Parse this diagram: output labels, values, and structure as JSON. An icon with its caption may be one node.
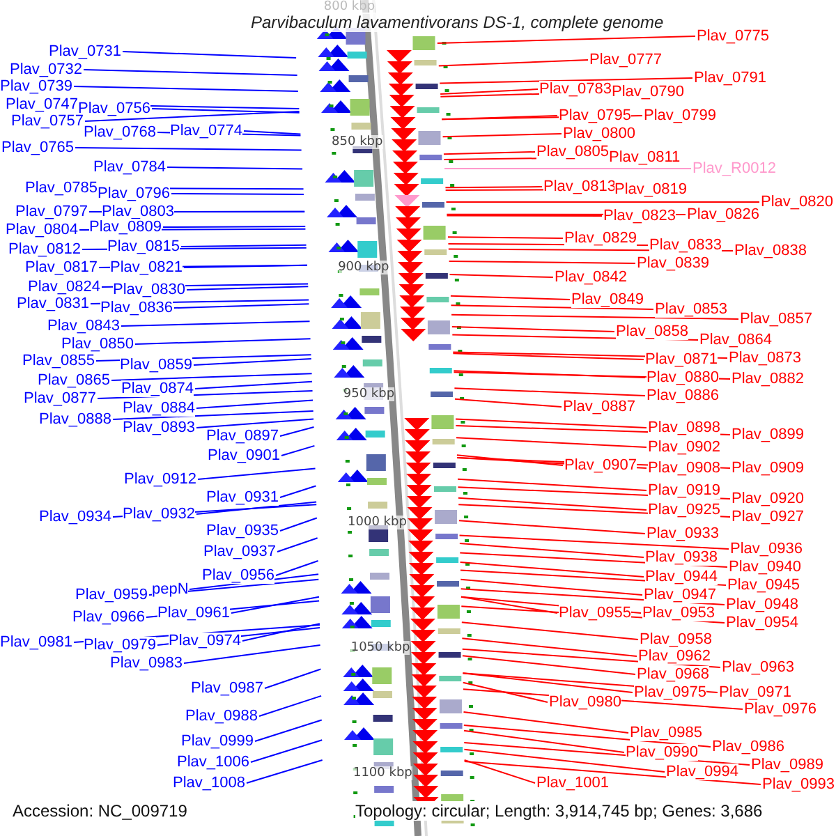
{
  "diagram": {
    "title": "Parvibaculum lavamentivorans DS-1, complete genome",
    "nodes": [
      {
        "text": [
          "Plav_0731"
        ]
      },
      {
        "text": [
          "Plav_0732"
        ]
      },
      {
        "text": [
          "Plav_0739"
        ]
      },
      {
        "text": [
          "Plav_0747"
        ]
      },
      {
        "text": [
          "Plav_0756"
        ]
      },
      {
        "text": [
          "Plav_0757"
        ]
      },
      {
        "text": [
          "Plav_0768"
        ]
      },
      {
        "text": [
          "Plav_0765"
        ]
      },
      {
        "text": [
          "Plav_0774"
        ]
      },
      {
        "text": [
          "Plav_0784"
        ]
      },
      {
        "text": [
          "Plav_0785"
        ]
      },
      {
        "text": [
          "Plav_0796"
        ]
      },
      {
        "text": [
          "Plav_0797"
        ]
      },
      {
        "text": [
          "Plav_0803"
        ]
      },
      {
        "text": [
          "Plav_0804"
        ]
      },
      {
        "text": [
          "Plav_0809"
        ]
      },
      {
        "text": [
          "Plav_0812"
        ]
      },
      {
        "text": [
          "Plav_0815"
        ]
      },
      {
        "text": [
          "Plav_0817"
        ]
      },
      {
        "text": [
          "Plav_0821"
        ]
      },
      {
        "text": [
          "Plav_0824"
        ]
      },
      {
        "text": [
          "Plav_0830"
        ]
      },
      {
        "text": [
          "Plav_0831"
        ]
      },
      {
        "text": [
          "Plav_0836"
        ]
      },
      {
        "text": [
          "Plav_0843"
        ]
      },
      {
        "text": [
          "Plav_0850"
        ]
      },
      {
        "text": [
          "Plav_0855"
        ]
      },
      {
        "text": [
          "Plav_0859"
        ]
      },
      {
        "text": [
          "Plav_0865"
        ]
      },
      {
        "text": [
          "Plav_0874"
        ]
      },
      {
        "text": [
          "Plav_0877"
        ]
      },
      {
        "text": [
          "Plav_0884"
        ]
      },
      {
        "text": [
          "Plav_0888"
        ]
      },
      {
        "text": [
          "Plav_0893"
        ]
      },
      {
        "text": [
          "Plav_0897"
        ]
      },
      {
        "text": [
          "Plav_0901"
        ]
      },
      {
        "text": [
          "Plav_0912"
        ]
      },
      {
        "text": [
          "Plav_0931"
        ]
      },
      {
        "text": [
          "Plav_0934"
        ]
      },
      {
        "text": [
          "Plav_0932"
        ]
      },
      {
        "text": [
          "Plav_0935"
        ]
      },
      {
        "text": [
          "Plav_0937"
        ]
      },
      {
        "text": [
          "Plav_0956"
        ]
      },
      {
        "text": [
          "Plav_0959"
        ]
      },
      {
        "text": [
          "pepN"
        ]
      },
      {
        "text": [
          "Plav_0961"
        ]
      },
      {
        "text": [
          "Plav_0966"
        ]
      },
      {
        "text": [
          "Plav_0974"
        ]
      },
      {
        "text": [
          "Plav_0981"
        ]
      },
      {
        "text": [
          "Plav_0979"
        ]
      },
      {
        "text": [
          "Plav_0983"
        ]
      },
      {
        "text": [
          "Plav_0987"
        ]
      },
      {
        "text": [
          "Plav_0988"
        ]
      },
      {
        "text": [
          "Plav_0999"
        ]
      },
      {
        "text": [
          "Plav_1006"
        ]
      },
      {
        "text": [
          "Plav_1008"
        ]
      },
      {
        "text": [
          "Plav_0775"
        ]
      },
      {
        "text": [
          "Plav_0777"
        ]
      },
      {
        "text": [
          "Plav_0791"
        ]
      },
      {
        "text": [
          "Plav_0783"
        ]
      },
      {
        "text": [
          "Plav_0790"
        ]
      },
      {
        "text": [
          "Plav_0795"
        ]
      },
      {
        "text": [
          "Plav_0799"
        ]
      },
      {
        "text": [
          "Plav_0800"
        ]
      },
      {
        "text": [
          "Plav_0805"
        ]
      },
      {
        "text": [
          "Plav_0811"
        ]
      },
      {
        "text": [
          "Plav_R0012"
        ]
      },
      {
        "text": [
          "Plav_0813"
        ]
      },
      {
        "text": [
          "Plav_0819"
        ]
      },
      {
        "text": [
          "Plav_0820"
        ]
      },
      {
        "text": [
          "Plav_0823"
        ]
      },
      {
        "text": [
          "Plav_0826"
        ]
      },
      {
        "text": [
          "Plav_0829"
        ]
      },
      {
        "text": [
          "Plav_0833"
        ]
      },
      {
        "text": [
          "Plav_0838"
        ]
      },
      {
        "text": [
          "Plav_0839"
        ]
      },
      {
        "text": [
          "Plav_0842"
        ]
      },
      {
        "text": [
          "Plav_0849"
        ]
      },
      {
        "text": [
          "Plav_0853"
        ]
      },
      {
        "text": [
          "Plav_0857"
        ]
      },
      {
        "text": [
          "Plav_0858"
        ]
      },
      {
        "text": [
          "Plav_0864"
        ]
      },
      {
        "text": [
          "Plav_0871"
        ]
      },
      {
        "text": [
          "Plav_0873"
        ]
      },
      {
        "text": [
          "Plav_0880"
        ]
      },
      {
        "text": [
          "Plav_0882"
        ]
      },
      {
        "text": [
          "Plav_0886"
        ]
      },
      {
        "text": [
          "Plav_0887"
        ]
      },
      {
        "text": [
          "Plav_0898"
        ]
      },
      {
        "text": [
          "Plav_0899"
        ]
      },
      {
        "text": [
          "Plav_0902"
        ]
      },
      {
        "text": [
          "Plav_0907"
        ]
      },
      {
        "text": [
          "Plav_0908"
        ]
      },
      {
        "text": [
          "Plav_0909"
        ]
      },
      {
        "text": [
          "Plav_0919"
        ]
      },
      {
        "text": [
          "Plav_0920"
        ]
      },
      {
        "text": [
          "Plav_0925"
        ]
      },
      {
        "text": [
          "Plav_0927"
        ]
      },
      {
        "text": [
          "Plav_0933"
        ]
      },
      {
        "text": [
          "Plav_0936"
        ]
      },
      {
        "text": [
          "Plav_0938"
        ]
      },
      {
        "text": [
          "Plav_0940"
        ]
      },
      {
        "text": [
          "Plav_0944"
        ]
      },
      {
        "text": [
          "Plav_0945"
        ]
      },
      {
        "text": [
          "Plav_0947"
        ]
      },
      {
        "text": [
          "Plav_0948"
        ]
      },
      {
        "text": [
          "Plav_0955"
        ]
      },
      {
        "text": [
          "Plav_0953"
        ]
      },
      {
        "text": [
          "Plav_0954"
        ]
      },
      {
        "text": [
          "Plav_0958"
        ]
      },
      {
        "text": [
          "Plav_0962"
        ]
      },
      {
        "text": [
          "Plav_0963"
        ]
      },
      {
        "text": [
          "Plav_0968"
        ]
      },
      {
        "text": [
          "Plav_0975"
        ]
      },
      {
        "text": [
          "Plav_0971"
        ]
      },
      {
        "text": [
          "Plav_0980"
        ]
      },
      {
        "text": [
          "Plav_0976"
        ]
      },
      {
        "text": [
          "Plav_0985"
        ]
      },
      {
        "text": [
          "Plav_0986"
        ]
      },
      {
        "text": [
          "Plav_0990"
        ]
      },
      {
        "text": [
          "Plav_0989"
        ]
      },
      {
        "text": [
          "Plav_0994"
        ]
      },
      {
        "text": [
          "Plav_0993"
        ]
      },
      {
        "text": [
          "Plav_1001"
        ]
      }
    ],
    "edges": [
      {
        "from": 0,
        "to": null,
        "arrow": "none",
        "color": "#0000ff"
      },
      {
        "from": 1,
        "to": null,
        "arrow": "none",
        "color": "#0000ff"
      },
      {
        "from": 2,
        "to": null,
        "arrow": "none",
        "color": "#0000ff"
      },
      {
        "from": 3,
        "to": null,
        "arrow": "none",
        "color": "#0000ff"
      },
      {
        "from": 4,
        "to": null,
        "arrow": "none",
        "color": "#0000ff"
      },
      {
        "from": 5,
        "to": null,
        "arrow": "none",
        "color": "#0000ff"
      },
      {
        "from": 6,
        "to": null,
        "arrow": "none",
        "color": "#0000ff"
      },
      {
        "from": 7,
        "to": null,
        "arrow": "none",
        "color": "#0000ff"
      },
      {
        "from": 8,
        "to": null,
        "arrow": "none",
        "color": "#0000ff"
      },
      {
        "from": 9,
        "to": null,
        "arrow": "none",
        "color": "#0000ff"
      },
      {
        "from": 10,
        "to": null,
        "arrow": "none",
        "color": "#0000ff"
      },
      {
        "from": 11,
        "to": null,
        "arrow": "none",
        "color": "#0000ff"
      },
      {
        "from": 12,
        "to": null,
        "arrow": "none",
        "color": "#0000ff"
      },
      {
        "from": 13,
        "to": null,
        "arrow": "none",
        "color": "#0000ff"
      },
      {
        "from": 14,
        "to": null,
        "arrow": "none",
        "color": "#0000ff"
      },
      {
        "from": 15,
        "to": null,
        "arrow": "none",
        "color": "#0000ff"
      },
      {
        "from": 16,
        "to": null,
        "arrow": "none",
        "color": "#0000ff"
      },
      {
        "from": 17,
        "to": null,
        "arrow": "none",
        "color": "#0000ff"
      },
      {
        "from": 18,
        "to": null,
        "arrow": "none",
        "color": "#0000ff"
      },
      {
        "from": 19,
        "to": null,
        "arrow": "none",
        "color": "#0000ff"
      },
      {
        "from": 20,
        "to": null,
        "arrow": "none",
        "color": "#0000ff"
      },
      {
        "from": 21,
        "to": null,
        "arrow": "none",
        "color": "#0000ff"
      },
      {
        "from": 22,
        "to": null,
        "arrow": "none",
        "color": "#0000ff"
      },
      {
        "from": 23,
        "to": null,
        "arrow": "none",
        "color": "#0000ff"
      },
      {
        "from": 24,
        "to": null,
        "arrow": "none",
        "color": "#0000ff"
      },
      {
        "from": 25,
        "to": null,
        "arrow": "none",
        "color": "#0000ff"
      },
      {
        "from": 26,
        "to": null,
        "arrow": "none",
        "color": "#0000ff"
      },
      {
        "from": 27,
        "to": null,
        "arrow": "none",
        "color": "#0000ff"
      },
      {
        "from": 28,
        "to": null,
        "arrow": "none",
        "color": "#0000ff"
      },
      {
        "from": 29,
        "to": null,
        "arrow": "none",
        "color": "#0000ff"
      },
      {
        "from": 30,
        "to": null,
        "arrow": "none",
        "color": "#0000ff"
      },
      {
        "from": 31,
        "to": null,
        "arrow": "none",
        "color": "#0000ff"
      },
      {
        "from": 32,
        "to": null,
        "arrow": "none",
        "color": "#0000ff"
      },
      {
        "from": 33,
        "to": null,
        "arrow": "none",
        "color": "#0000ff"
      },
      {
        "from": 34,
        "to": null,
        "arrow": "none",
        "color": "#0000ff"
      },
      {
        "from": 35,
        "to": null,
        "arrow": "none",
        "color": "#0000ff"
      },
      {
        "from": 36,
        "to": null,
        "arrow": "none",
        "color": "#0000ff"
      },
      {
        "from": 37,
        "to": null,
        "arrow": "none",
        "color": "#0000ff"
      },
      {
        "from": 38,
        "to": null,
        "arrow": "none",
        "color": "#0000ff"
      },
      {
        "from": 39,
        "to": null,
        "arrow": "none",
        "color": "#0000ff"
      },
      {
        "from": 40,
        "to": null,
        "arrow": "none",
        "color": "#0000ff"
      },
      {
        "from": 41,
        "to": null,
        "arrow": "none",
        "color": "#0000ff"
      },
      {
        "from": 42,
        "to": null,
        "arrow": "none",
        "color": "#0000ff"
      },
      {
        "from": 43,
        "to": null,
        "arrow": "none",
        "color": "#0000ff"
      },
      {
        "from": 44,
        "to": null,
        "arrow": "none",
        "color": "#0000ff"
      },
      {
        "from": 45,
        "to": null,
        "arrow": "none",
        "color": "#0000ff"
      },
      {
        "from": 46,
        "to": null,
        "arrow": "none",
        "color": "#0000ff"
      },
      {
        "from": 47,
        "to": null,
        "arrow": "none",
        "color": "#0000ff"
      },
      {
        "from": 48,
        "to": null,
        "arrow": "none",
        "color": "#0000ff"
      },
      {
        "from": 49,
        "to": null,
        "arrow": "none",
        "color": "#0000ff"
      },
      {
        "from": 50,
        "to": null,
        "arrow": "none",
        "color": "#0000ff"
      },
      {
        "from": 51,
        "to": null,
        "arrow": "none",
        "color": "#0000ff"
      },
      {
        "from": 52,
        "to": null,
        "arrow": "none",
        "color": "#0000ff"
      },
      {
        "from": 53,
        "to": null,
        "arrow": "none",
        "color": "#0000ff"
      },
      {
        "from": 54,
        "to": null,
        "arrow": "none",
        "color": "#0000ff"
      },
      {
        "from": 55,
        "to": null,
        "arrow": "none",
        "color": "#0000ff"
      },
      {
        "from": 56,
        "to": null,
        "arrow": "none"
      },
      {
        "from": 57,
        "to": null,
        "arrow": "none"
      },
      {
        "from": 58,
        "to": null,
        "arrow": "none"
      },
      {
        "from": 59,
        "to": null,
        "arrow": "none"
      },
      {
        "from": 60,
        "to": null,
        "arrow": "none"
      },
      {
        "from": 61,
        "to": null,
        "arrow": "none"
      },
      {
        "from": 62,
        "to": null,
        "arrow": "none"
      },
      {
        "from": 63,
        "to": null,
        "arrow": "none"
      },
      {
        "from": 64,
        "to": null,
        "arrow": "none"
      },
      {
        "from": 65,
        "to": null,
        "arrow": "none"
      },
      {
        "from": 66,
        "to": null,
        "arrow": "none",
        "color": "#ff99cc"
      },
      {
        "from": 67,
        "to": null,
        "arrow": "none"
      },
      {
        "from": 68,
        "to": null,
        "arrow": "none"
      },
      {
        "from": 69,
        "to": null,
        "arrow": "none"
      },
      {
        "from": 70,
        "to": null,
        "arrow": "none"
      },
      {
        "from": 71,
        "to": null,
        "arrow": "none"
      },
      {
        "from": 72,
        "to": null,
        "arrow": "none"
      },
      {
        "from": 73,
        "to": null,
        "arrow": "none"
      },
      {
        "from": 74,
        "to": null,
        "arrow": "none"
      },
      {
        "from": 75,
        "to": null,
        "arrow": "none"
      },
      {
        "from": 76,
        "to": null,
        "arrow": "none"
      },
      {
        "from": 77,
        "to": null,
        "arrow": "none"
      },
      {
        "from": 78,
        "to": null,
        "arrow": "none"
      },
      {
        "from": 79,
        "to": null,
        "arrow": "none"
      },
      {
        "from": 80,
        "to": null,
        "arrow": "none"
      },
      {
        "from": 81,
        "to": null,
        "arrow": "none"
      },
      {
        "from": 82,
        "to": null,
        "arrow": "none"
      },
      {
        "from": 83,
        "to": null,
        "arrow": "none"
      },
      {
        "from": 84,
        "to": null,
        "arrow": "none"
      },
      {
        "from": 85,
        "to": null,
        "arrow": "none"
      },
      {
        "from": 86,
        "to": null,
        "arrow": "none"
      },
      {
        "from": 87,
        "to": null,
        "arrow": "none"
      },
      {
        "from": 88,
        "to": null,
        "arrow": "none"
      },
      {
        "from": 89,
        "to": null,
        "arrow": "none"
      },
      {
        "from": 90,
        "to": null,
        "arrow": "none"
      },
      {
        "from": 91,
        "to": null,
        "arrow": "none"
      },
      {
        "from": 92,
        "to": null,
        "arrow": "none"
      },
      {
        "from": 93,
        "to": null,
        "arrow": "none"
      },
      {
        "from": 94,
        "to": null,
        "arrow": "none"
      },
      {
        "from": 95,
        "to": null,
        "arrow": "none"
      },
      {
        "from": 96,
        "to": null,
        "arrow": "none"
      },
      {
        "from": 97,
        "to": null,
        "arrow": "none"
      },
      {
        "from": 98,
        "to": null,
        "arrow": "none"
      },
      {
        "from": 99,
        "to": null,
        "arrow": "none"
      },
      {
        "from": 100,
        "to": null,
        "arrow": "none"
      },
      {
        "from": 101,
        "to": null,
        "arrow": "none"
      },
      {
        "from": 102,
        "to": null,
        "arrow": "none"
      },
      {
        "from": 103,
        "to": null,
        "arrow": "none"
      },
      {
        "from": 104,
        "to": null,
        "arrow": "none"
      },
      {
        "from": 105,
        "to": null,
        "arrow": "none"
      },
      {
        "from": 106,
        "to": null,
        "arrow": "none"
      },
      {
        "from": 107,
        "to": null,
        "arrow": "none"
      },
      {
        "from": 108,
        "to": null,
        "arrow": "none"
      },
      {
        "from": 109,
        "to": null,
        "arrow": "none"
      },
      {
        "from": 110,
        "to": null,
        "arrow": "none"
      },
      {
        "from": 111,
        "to": null,
        "arrow": "none"
      },
      {
        "from": 112,
        "to": null,
        "arrow": "none"
      },
      {
        "from": 113,
        "to": null,
        "arrow": "none"
      },
      {
        "from": 114,
        "to": null,
        "arrow": "none"
      },
      {
        "from": 115,
        "to": null,
        "arrow": "none"
      },
      {
        "from": 116,
        "to": null,
        "arrow": "none"
      },
      {
        "from": 117,
        "to": null,
        "arrow": "none"
      },
      {
        "from": 118,
        "to": null,
        "arrow": "none"
      },
      {
        "from": 119,
        "to": null,
        "arrow": "none"
      },
      {
        "from": 120,
        "to": null,
        "arrow": "none"
      },
      {
        "from": 121,
        "to": null,
        "arrow": "none"
      },
      {
        "from": 122,
        "to": null,
        "arrow": "none"
      },
      {
        "from": 123,
        "to": null,
        "arrow": "none"
      }
    ],
    "labels": [
      "800 kbp",
      "850 kbp",
      "900 kbp",
      "950 kbp",
      "1000 kbp",
      "1050 kbp",
      "1100 kbp",
      "Accession: NC_009719",
      "Topology: circular; Length: 3,914,745 bp; Genes: 3,686"
    ]
  }
}
